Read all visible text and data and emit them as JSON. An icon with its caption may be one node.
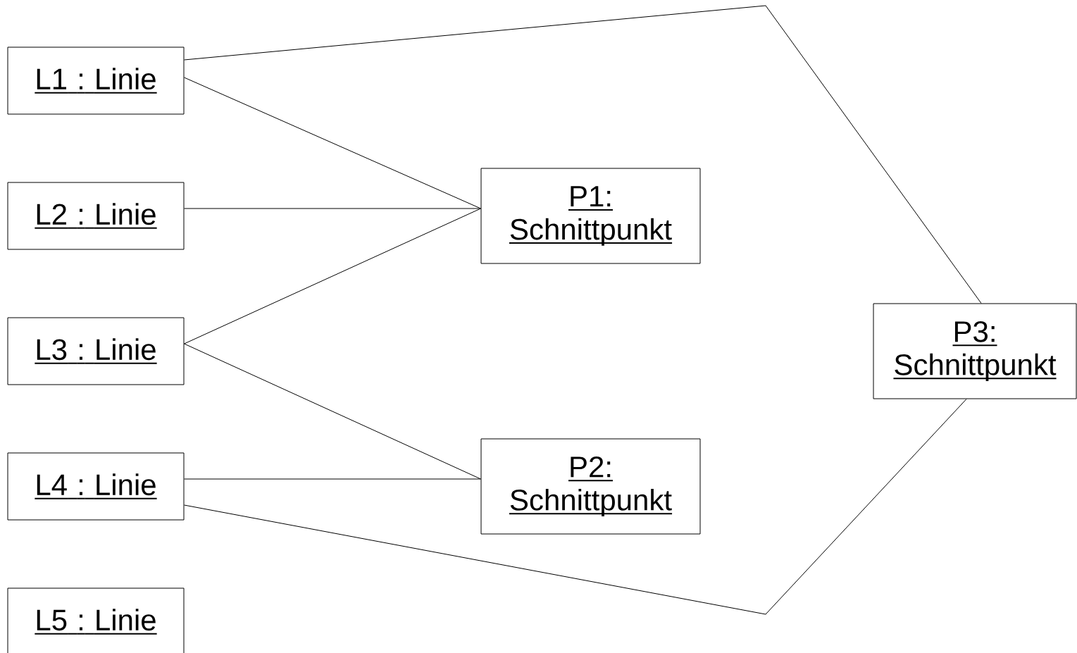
{
  "diagram": {
    "nodes": [
      {
        "text": [
          "L1 : Linie"
        ]
      },
      {
        "text": [
          "L2 : Linie"
        ]
      },
      {
        "text": [
          "L3 : Linie"
        ]
      },
      {
        "text": [
          "L4 : Linie"
        ]
      },
      {
        "text": [
          "L5 : Linie"
        ]
      },
      {
        "text": [
          "P1: Schnittpunkt"
        ]
      },
      {
        "text": [
          "P2: Schnittpunkt"
        ]
      },
      {
        "text": [
          "P3: Schnittpunkt"
        ]
      }
    ],
    "edges": [
      {
        "from": 0,
        "to": 7,
        "arrow": "none"
      },
      {
        "from": 0,
        "to": 5,
        "arrow": "none"
      },
      {
        "from": 1,
        "to": 5,
        "arrow": "none"
      },
      {
        "from": 2,
        "to": 5,
        "arrow": "none"
      },
      {
        "from": 2,
        "to": 6,
        "arrow": "none"
      },
      {
        "from": 3,
        "to": 6,
        "arrow": "none"
      },
      {
        "from": 3,
        "to": 7,
        "arrow": "none"
      }
    ]
  }
}
